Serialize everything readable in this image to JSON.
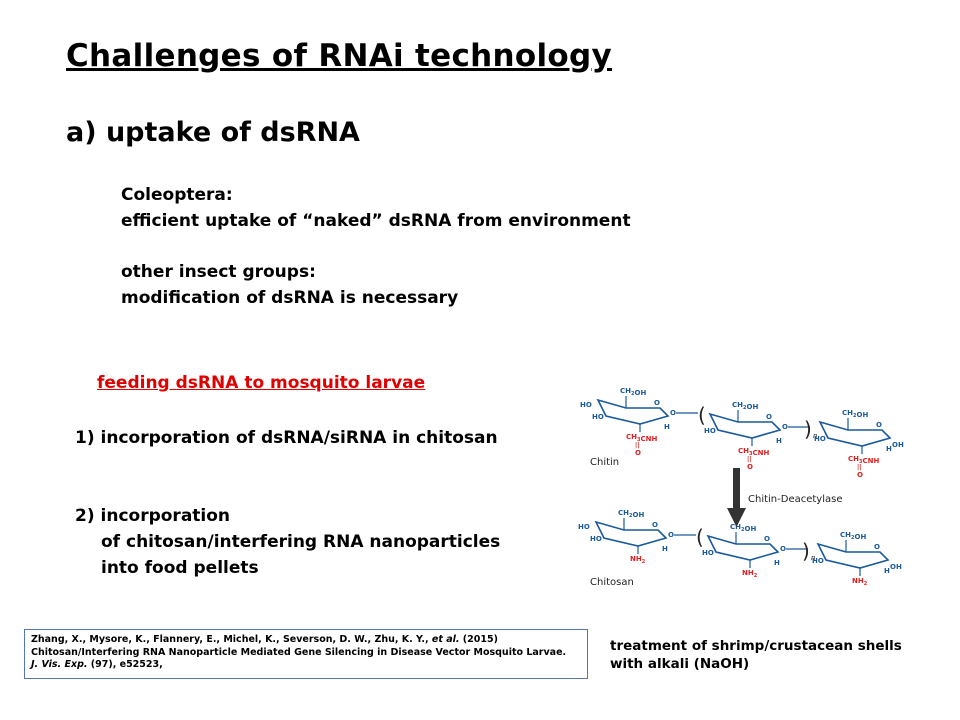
{
  "title": "Challenges of RNAi technology",
  "subtitle": "a) uptake of dsRNA",
  "coleoptera": {
    "heading": "Coleoptera:",
    "text": "efficient uptake of “naked” dsRNA from environment"
  },
  "other_insects": {
    "heading": "other insect groups:",
    "text": "modification of dsRNA is necessary"
  },
  "feeding_heading": "feeding dsRNA to mosquito larvae",
  "point1": "1) incorporation of dsRNA/siRNA in chitosan",
  "point2": {
    "line1": "2) incorporation",
    "line2": "of chitosan/interfering RNA nanoparticles",
    "line3": "into food pellets"
  },
  "citation": {
    "authors": "Zhang, X., Mysore, K., Flannery, E., Michel, K., Severson, D. W., Zhu, K. Y., ",
    "etal": "et al.",
    "year": " (2015)",
    "line2": "Chitosan/Interfering RNA Nanoparticle Mediated Gene Silencing in Disease Vector Mosquito Larvae.",
    "journal": "J. Vis. Exp.",
    "rest": " (97), e52523,"
  },
  "treatment": {
    "line1": "treatment of shrimp/crustacean shells",
    "line2": "with alkali (NaOH)"
  },
  "diagram": {
    "chitin_label": "Chitin",
    "chitosan_label": "Chitosan",
    "enzyme_label": "Chitin-Deacetylase",
    "ch2oh": "CH2OH",
    "ho": "HO",
    "oh": "OH",
    "o": "O",
    "h": "H",
    "n": "n",
    "acetyl": "CH3CNH",
    "amine": "NH2",
    "arrow_color": "#333333",
    "label_color": "#e02020",
    "struct_color": "#1a5a9a"
  }
}
